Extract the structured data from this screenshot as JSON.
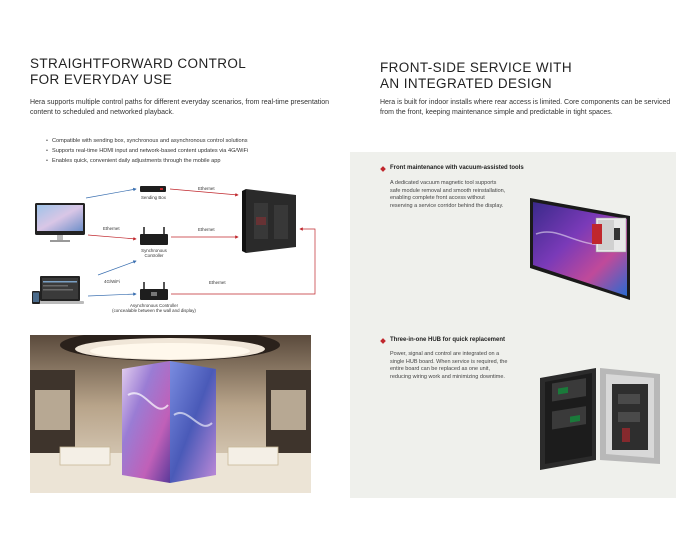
{
  "left": {
    "heading_line1": "STRAIGHTFORWARD CONTROL",
    "heading_line2": "FOR EVERYDAY USE",
    "lead": "Hera supports multiple control paths for different everyday scenarios, from real-time presentation content to scheduled and networked playback.",
    "bullets": [
      "Compatible with sending box, synchronous and asynchronous control solutions",
      "Supports real-time HDMI input and network-based content updates via 4G/WiFi",
      "Enables quick, convenient daily adjustments through the mobile app"
    ],
    "diagram": {
      "sending_box": "Sending Box",
      "sync_controller_line1": "Synchronous",
      "sync_controller_line2": "Controller",
      "async_controller_line1": "Asynchronous Controller",
      "async_controller_line2": "(concealable between the wall and display)",
      "ethernet": "Ethernet",
      "wifi": "4G/WiFi"
    }
  },
  "right": {
    "heading_line1": "FRONT-SIDE SERVICE WITH",
    "heading_line2": "AN INTEGRATED DESIGN",
    "lead": "Hera is built for indoor installs where rear access is limited. Core components can be serviced from the front, keeping maintenance simple and predictable in tight spaces.",
    "feature1": {
      "title": "Front maintenance with vacuum-assisted tools",
      "body": "A dedicated vacuum magnetic tool supports safe module removal and smooth reinstallation, enabling complete front access without reserving a service corridor behind the display."
    },
    "feature2": {
      "title": "Three-in-one HUB for quick replacement",
      "body": "Power, signal and control are integrated on a single HUB board. When service is required, the entire board can be replaced as one unit, reducing wiring work and minimizing downtime."
    }
  },
  "colors": {
    "accent": "#c0272d",
    "panel_bg": "#eff0ec",
    "link_blue": "#3a6fb0"
  }
}
